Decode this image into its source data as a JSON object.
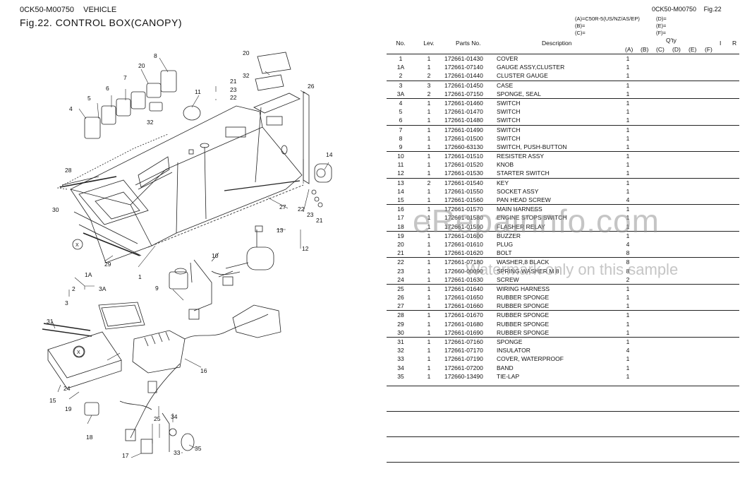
{
  "header": {
    "code": "0CK50-M00750",
    "section": "VEHICLE",
    "figure_title": "Fig.22.  CONTROL BOX(CANOPY)",
    "right_code": "0CK50-M00750",
    "right_fig": "Fig.22"
  },
  "variants": {
    "a": "(A)=C50R-5(US/NZ/AS/EP)",
    "b": "(B)=",
    "c": "(C)=",
    "d": "(D)=",
    "e": "(E)=",
    "f": "(F)="
  },
  "table": {
    "col_no": "No.",
    "col_lev": "Lev.",
    "col_parts": "Parts No.",
    "col_desc": "Description",
    "col_qty": "Q'ty",
    "col_i": "I",
    "col_r": "R",
    "qty_cols": [
      "(A)",
      "(B)",
      "(C)",
      "(D)",
      "(E)",
      "(F)"
    ],
    "rows": [
      {
        "no": "1",
        "lev": "1",
        "part": "172661-01430",
        "desc": "COVER",
        "qty": "1"
      },
      {
        "no": "1A",
        "lev": "1",
        "part": "172661-07140",
        "desc": "GAUGE ASSY,CLUSTER",
        "qty": "1"
      },
      {
        "no": "2",
        "lev": "2",
        "part": "172661-01440",
        "desc": "CLUSTER GAUGE",
        "qty": "1"
      },
      {
        "no": "3",
        "lev": "3",
        "part": "172661-01450",
        "desc": "CASE",
        "qty": "1"
      },
      {
        "no": "3A",
        "lev": "2",
        "part": "172661-07150",
        "desc": "SPONGE, SEAL",
        "qty": "1"
      },
      {
        "no": "4",
        "lev": "1",
        "part": "172661-01460",
        "desc": "SWITCH",
        "qty": "1"
      },
      {
        "no": "5",
        "lev": "1",
        "part": "172661-01470",
        "desc": "SWITCH",
        "qty": "1"
      },
      {
        "no": "6",
        "lev": "1",
        "part": "172661-01480",
        "desc": "SWITCH",
        "qty": "1"
      },
      {
        "no": "7",
        "lev": "1",
        "part": "172661-01490",
        "desc": "SWITCH",
        "qty": "1"
      },
      {
        "no": "8",
        "lev": "1",
        "part": "172661-01500",
        "desc": "SWITCH",
        "qty": "1"
      },
      {
        "no": "9",
        "lev": "1",
        "part": "172660-63130",
        "desc": "SWITCH, PUSH-BUTTON",
        "qty": "1"
      },
      {
        "no": "10",
        "lev": "1",
        "part": "172661-01510",
        "desc": "RESISTER ASSY",
        "qty": "1"
      },
      {
        "no": "11",
        "lev": "1",
        "part": "172661-01520",
        "desc": "KNOB",
        "qty": "1"
      },
      {
        "no": "12",
        "lev": "1",
        "part": "172661-01530",
        "desc": "STARTER SWITCH",
        "qty": "1"
      },
      {
        "no": "13",
        "lev": "2",
        "part": "172661-01540",
        "desc": "KEY",
        "qty": "1"
      },
      {
        "no": "14",
        "lev": "1",
        "part": "172661-01550",
        "desc": "SOCKET ASSY",
        "qty": "1"
      },
      {
        "no": "15",
        "lev": "1",
        "part": "172661-01560",
        "desc": "PAN HEAD SCREW",
        "qty": "4"
      },
      {
        "no": "16",
        "lev": "1",
        "part": "172661-01570",
        "desc": "MAIN HARNESS",
        "qty": "1"
      },
      {
        "no": "17",
        "lev": "1",
        "part": "172661-01580",
        "desc": "ENGINE STOPS SWITCH",
        "qty": "1"
      },
      {
        "no": "18",
        "lev": "1",
        "part": "172661-01590",
        "desc": "FLASHER RELAY",
        "qty": "1"
      },
      {
        "no": "19",
        "lev": "1",
        "part": "172661-01600",
        "desc": "BUZZER",
        "qty": "1"
      },
      {
        "no": "20",
        "lev": "1",
        "part": "172661-01610",
        "desc": "PLUG",
        "qty": "4"
      },
      {
        "no": "21",
        "lev": "1",
        "part": "172661-01620",
        "desc": "BOLT",
        "qty": "8"
      },
      {
        "no": "22",
        "lev": "1",
        "part": "172661-07180",
        "desc": "WASHER,8 BLACK",
        "qty": "8"
      },
      {
        "no": "23",
        "lev": "1",
        "part": "172660-00090",
        "desc": "SPRING WASHER M 8",
        "qty": "8"
      },
      {
        "no": "24",
        "lev": "1",
        "part": "172661-01630",
        "desc": "SCREW",
        "qty": "2"
      },
      {
        "no": "25",
        "lev": "1",
        "part": "172661-01640",
        "desc": "WIRING HARNESS",
        "qty": "1"
      },
      {
        "no": "26",
        "lev": "1",
        "part": "172661-01650",
        "desc": "RUBBER SPONGE",
        "qty": "1"
      },
      {
        "no": "27",
        "lev": "1",
        "part": "172661-01660",
        "desc": "RUBBER SPONGE",
        "qty": "1"
      },
      {
        "no": "28",
        "lev": "1",
        "part": "172661-01670",
        "desc": "RUBBER SPONGE",
        "qty": "1"
      },
      {
        "no": "29",
        "lev": "1",
        "part": "172661-01680",
        "desc": "RUBBER SPONGE",
        "qty": "1"
      },
      {
        "no": "30",
        "lev": "1",
        "part": "172661-01690",
        "desc": "RUBBER SPONGE",
        "qty": "1"
      },
      {
        "no": "31",
        "lev": "1",
        "part": "172661-07160",
        "desc": "SPONGE",
        "qty": "1"
      },
      {
        "no": "32",
        "lev": "1",
        "part": "172661-07170",
        "desc": "INSULATOR",
        "qty": "4"
      },
      {
        "no": "33",
        "lev": "1",
        "part": "172661-07190",
        "desc": "COVER, WATERPROOF",
        "qty": "1"
      },
      {
        "no": "34",
        "lev": "1",
        "part": "172661-07200",
        "desc": "BAND",
        "qty": "1"
      },
      {
        "no": "35",
        "lev": "1",
        "part": "172660-13490",
        "desc": "TIE-LAP",
        "qty": "1"
      }
    ]
  },
  "watermark": {
    "site": "eRepairinfo.com",
    "note": "Watermark only on this sample"
  },
  "callouts": {
    "c1": "1",
    "c1a": "1A",
    "c2": "2",
    "c3": "3",
    "c3a": "3A",
    "c4": "4",
    "c5": "5",
    "c6": "6",
    "c7": "7",
    "c8": "8",
    "c9": "9",
    "c10": "10",
    "c11": "11",
    "c12": "12",
    "c13": "13",
    "c14": "14",
    "c15": "15",
    "c16": "16",
    "c17": "17",
    "c18": "18",
    "c19": "19",
    "c20": "20",
    "c20b": "20",
    "c21": "21",
    "c21b": "21",
    "c22": "22",
    "c22b": "22",
    "c23": "23",
    "c23b": "23",
    "c24": "24",
    "c25": "25",
    "c26": "26",
    "c27": "27",
    "c28": "28",
    "c29": "29",
    "c30": "30",
    "c31": "31",
    "c32": "32",
    "c32b": "32",
    "c33": "33",
    "c34": "34",
    "c35": "35",
    "x": "X",
    "xb": "X"
  }
}
